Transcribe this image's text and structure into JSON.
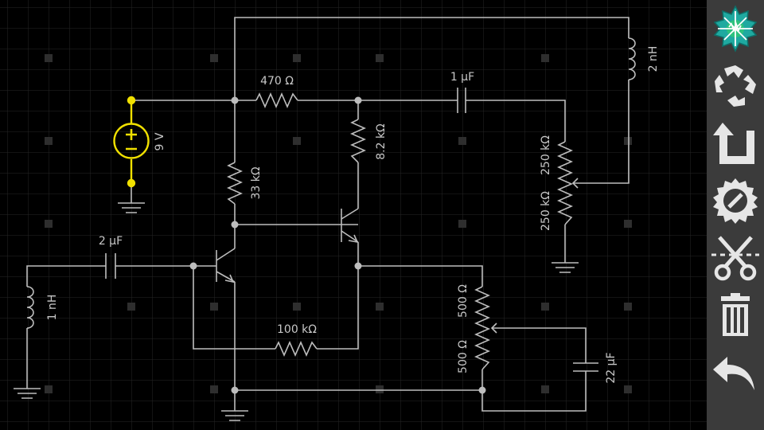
{
  "components": {
    "battery": "9 V",
    "r_470": "470 Ω",
    "c_1u": "1 µF",
    "l_2n": "2 nH",
    "r_33k": "33 kΩ",
    "r_8k2": "8.2 kΩ",
    "pot1_top": "250 kΩ",
    "pot1_bot": "250 kΩ",
    "c_2u": "2 µF",
    "l_1n": "1 nH",
    "r_100k": "100 kΩ",
    "pot2_top": "500 Ω",
    "pot2_bot": "500 Ω",
    "c_22u": "22 µF"
  },
  "colors": {
    "wire": "#bdbdbd",
    "selected": "#f0e000",
    "toolbar": "#3b3b3b",
    "grid": "#262626"
  },
  "toolbar": [
    {
      "icon": "app-logo-icon"
    },
    {
      "icon": "rotate-icon"
    },
    {
      "icon": "flip-icon"
    },
    {
      "icon": "settings-icon"
    },
    {
      "icon": "cut-icon"
    },
    {
      "icon": "delete-icon"
    },
    {
      "icon": "undo-icon"
    }
  ]
}
